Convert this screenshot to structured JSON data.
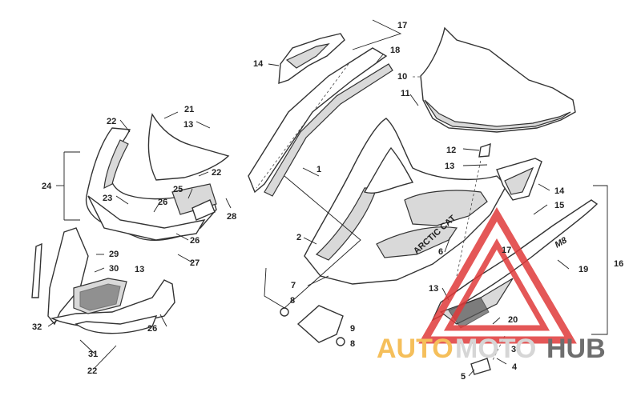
{
  "callouts": {
    "c1": "1",
    "c2": "2",
    "c3": "3",
    "c4": "4",
    "c5": "5",
    "c6": "6",
    "c7": "7",
    "c8a": "8",
    "c8b": "8",
    "c9": "9",
    "c10": "10",
    "c11": "11",
    "c12": "12",
    "c13a": "13",
    "c13b": "13",
    "c13c": "13",
    "c13d": "13",
    "c14a": "14",
    "c14b": "14",
    "c15": "15",
    "c16": "16",
    "c17a": "17",
    "c17b": "17",
    "c18": "18",
    "c19": "19",
    "c20": "20",
    "c21": "21",
    "c22a": "22",
    "c22b": "22",
    "c22c": "22",
    "c23": "23",
    "c24": "24",
    "c25": "25",
    "c26a": "26",
    "c26b": "26",
    "c26c": "26",
    "c27": "27",
    "c28": "28",
    "c29": "29",
    "c30": "30",
    "c31": "31",
    "c32": "32"
  },
  "hood_decal": "ARCTIC CAT",
  "side_decal": "M8",
  "watermark": {
    "brand_left": "AUTO",
    "brand_mid": "MOTO",
    "brand_right": "HUB",
    "color_left": "#f4b53f",
    "color_mid": "#cfcfcf",
    "color_right": "#555555",
    "triangle_color": "#e03a3a"
  }
}
